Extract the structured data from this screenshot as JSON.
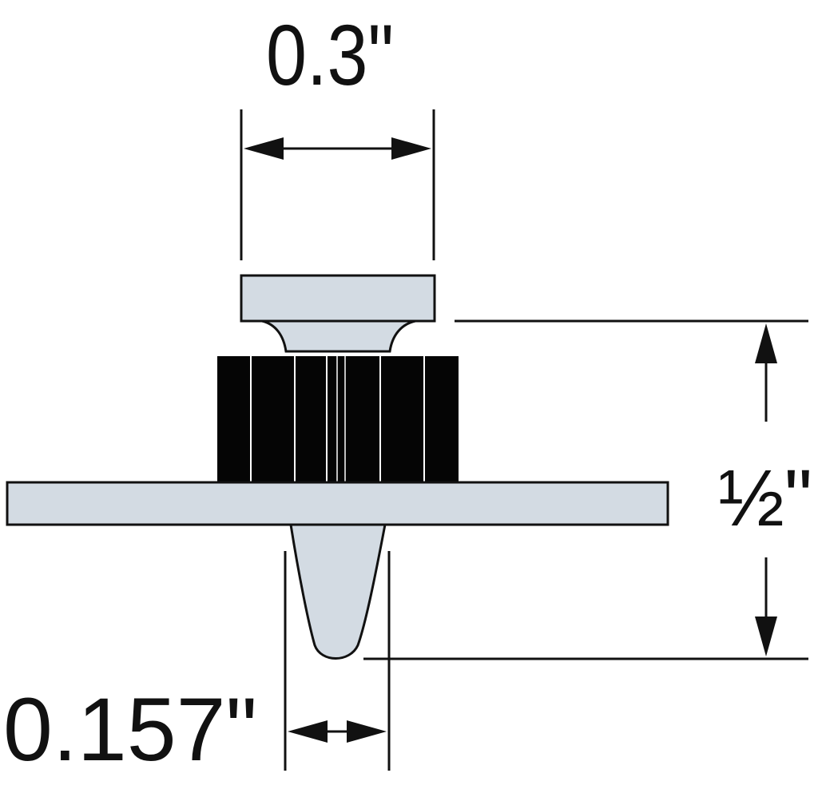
{
  "dimensions": {
    "head_width": "0.3\"",
    "height": "½\"",
    "shank_width": "0.157\""
  },
  "colors": {
    "part_fill": "#d3dbe3",
    "outline": "#111111",
    "washer_fill": "#050505",
    "washer_lines": "#ffffff",
    "background": "#ffffff"
  }
}
